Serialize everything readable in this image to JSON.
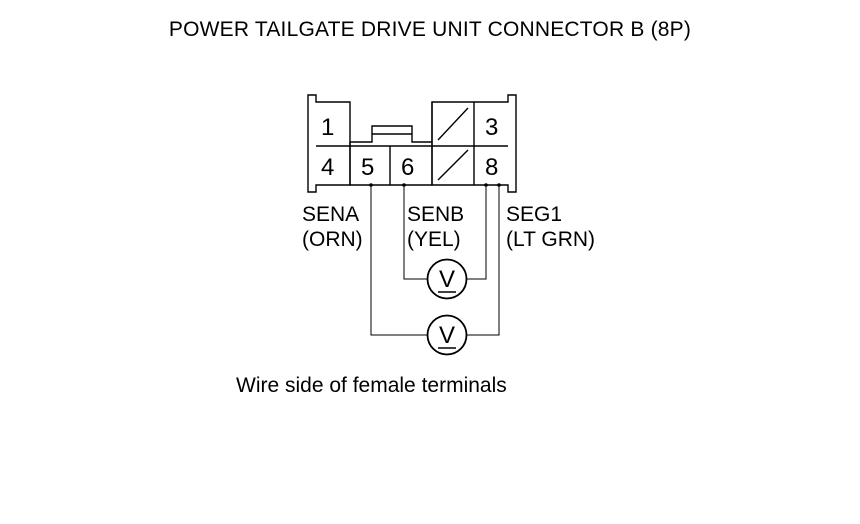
{
  "title": "POWER TAILGATE DRIVE UNIT CONNECTOR B (8P)",
  "caption": "Wire side of female terminals",
  "connector": {
    "pins": {
      "p1": "1",
      "p3": "3",
      "p4": "4",
      "p5": "5",
      "p6": "6",
      "p8": "8"
    }
  },
  "labels": {
    "sena": "SENA",
    "sena_color": "(ORN)",
    "senb": "SENB",
    "senb_color": "(YEL)",
    "seg1": "SEG1",
    "seg1_color": "(LT GRN)"
  },
  "voltmeter_symbol": "V",
  "voltmeters": [
    {
      "from_pin": "6",
      "to_pin": "8"
    },
    {
      "from_pin": "5",
      "to_pin": "8"
    }
  ]
}
